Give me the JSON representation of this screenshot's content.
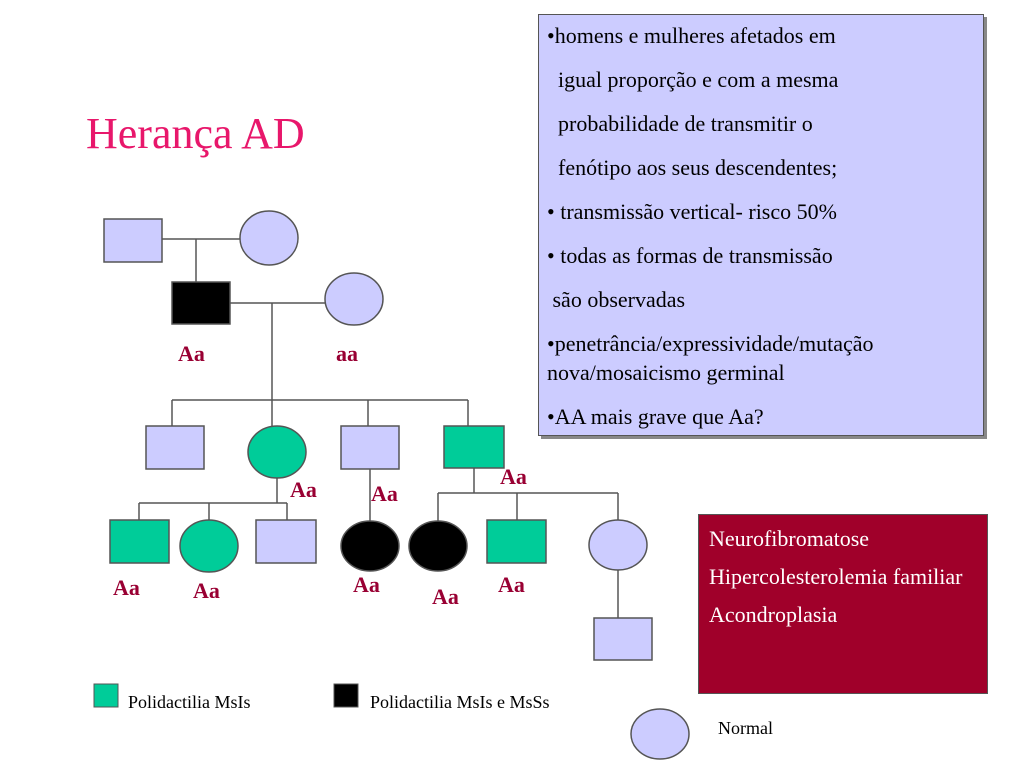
{
  "title": "Herança AD",
  "info_lines": [
    "•homens e mulheres afetados em",
    "  igual proporção e com a mesma",
    "  probabilidade de transmitir o",
    "  fenótipo aos seus descendentes;",
    "• transmissão vertical- risco 50%",
    "• todas as formas de transmissão",
    " são observadas",
    "•penetrância/expressividade/mutação",
    "nova/mosaicismo germinal",
    "•AA mais grave que Aa?"
  ],
  "diseases": [
    "Neurofibromatose",
    "Hipercolesterolemia familiar",
    "Acondroplasia"
  ],
  "genotypes": {
    "gen2_male": "Aa",
    "gen2_female": "aa",
    "gen3_female": "Aa",
    "gen3_male2": "Aa",
    "gen3_male3": "Aa",
    "gen4_1": "Aa",
    "gen4_2": "Aa",
    "gen4_4": "Aa",
    "gen4_5": "Aa",
    "gen4_6": "Aa"
  },
  "legend": {
    "green_label": "Polidactilia MsIs",
    "black_label": "Polidactilia MsIs e MsSs",
    "normal_label": "Normal"
  },
  "colors": {
    "normal": "#ccccff",
    "affected_partial": "#00cc99",
    "affected_full": "#000000",
    "title": "#e8176b",
    "genotype": "#990033",
    "disease_box": "#a0002a"
  }
}
